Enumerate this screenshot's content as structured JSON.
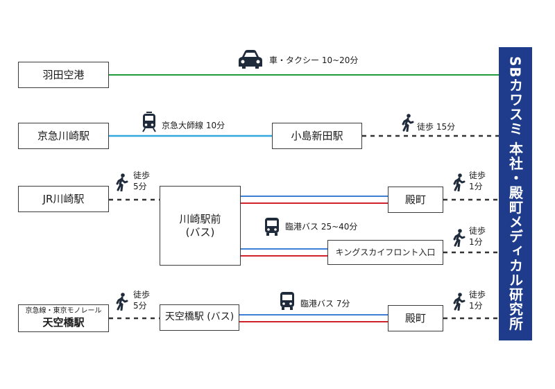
{
  "destination": "SBカワスミ 本社・殿町メディカル研究所",
  "rows": {
    "haneda": {
      "origin": "羽田空港",
      "route": "車・タクシー 10~20分",
      "icon": "car-icon"
    },
    "keikyu": {
      "origin": "京急川崎駅",
      "route": "京急大師線 10分",
      "icon": "train-icon",
      "transfer": "小島新田駅",
      "walk": "徒歩 15分"
    },
    "jr": {
      "origin": "JR川崎駅",
      "walk_label": "徒歩",
      "walk_time": "5分",
      "hub_line1": "川崎駅前",
      "hub_line2": "(バス)",
      "bus_route": "臨港バス 25~40分",
      "icon": "bus-icon",
      "stop1": "殿町",
      "stop1_walk_label": "徒歩",
      "stop1_walk_time": "1分",
      "stop2": "キングスカイフロント入口",
      "stop2_walk_label": "徒歩",
      "stop2_walk_time": "1分"
    },
    "tenkubashi": {
      "origin_line1": "京急線・東京モノレール",
      "origin_line2": "天空橋駅",
      "walk_label": "徒歩",
      "walk_time": "5分",
      "bus_stop": "天空橋駅 (バス)",
      "bus_route": "臨港バス 7分",
      "icon": "bus-icon",
      "stop": "殿町",
      "stop_walk_label": "徒歩",
      "stop_walk_time": "1分"
    }
  },
  "colors": {
    "car_line": "#1f9a3c",
    "train_line": "#33a8e0",
    "bus_blue": "#3a7fd5",
    "bus_red": "#d0202a",
    "dest_bg": "#1f3c8c",
    "walk_line": "#333333"
  }
}
